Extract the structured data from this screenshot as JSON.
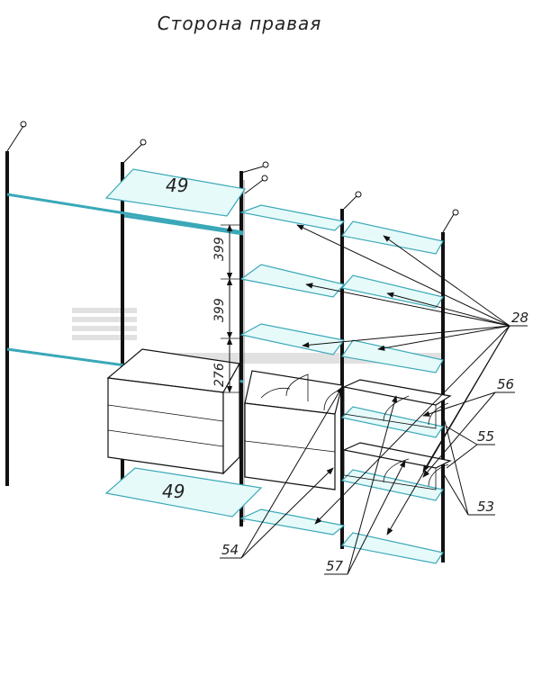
{
  "title": "Сторона правая",
  "shelf_labels": [
    "49",
    "49"
  ],
  "dimensions": [
    "399",
    "399",
    "276"
  ],
  "callouts": [
    "28",
    "56",
    "55",
    "53",
    "54",
    "57"
  ],
  "colors": {
    "glass": "#3aa8b8",
    "line": "#111111"
  }
}
